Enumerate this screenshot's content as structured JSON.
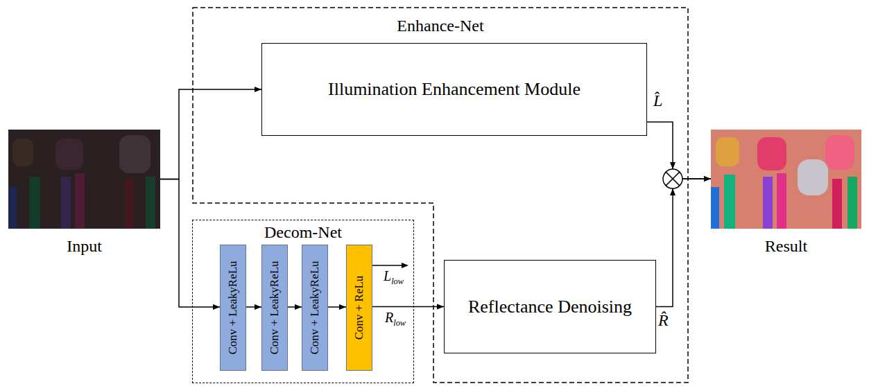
{
  "diagram": {
    "nodes": [
      {
        "text": [
          "Input"
        ]
      },
      {
        "text": [
          "Enhance-Net"
        ]
      },
      {
        "text": [
          "Illumination Enhancement Module"
        ],
        "in": 1
      },
      {
        "text": [
          "Decom-Net"
        ]
      },
      {
        "text": [
          "Conv + LeakyReLu"
        ],
        "in": 3
      },
      {
        "text": [
          "Conv + LeakyReLu"
        ],
        "in": 3
      },
      {
        "text": [
          "Conv + LeakyReLu"
        ],
        "in": 3
      },
      {
        "text": [
          "Conv + ReLu"
        ],
        "in": 3
      },
      {
        "text": [
          "Reflectance Denoising"
        ],
        "in": 1
      },
      {
        "text": [
          "Result"
        ]
      }
    ],
    "edges": [
      {
        "from": 0,
        "to": 2,
        "arrow": "to"
      },
      {
        "from": 0,
        "to": 4,
        "arrow": "to"
      },
      {
        "from": 4,
        "to": 5,
        "arrow": "to"
      },
      {
        "from": 5,
        "to": 6,
        "arrow": "to"
      },
      {
        "from": 6,
        "to": 7,
        "arrow": "to"
      },
      {
        "from": 7,
        "to": 8,
        "arrow": "to",
        "label": "Rlow"
      },
      {
        "from": 2,
        "to": 9,
        "arrow": "to",
        "label": "L̂"
      },
      {
        "from": 8,
        "to": 9,
        "arrow": "to",
        "label": "R̂"
      }
    ],
    "labels": [
      "Llow"
    ]
  }
}
